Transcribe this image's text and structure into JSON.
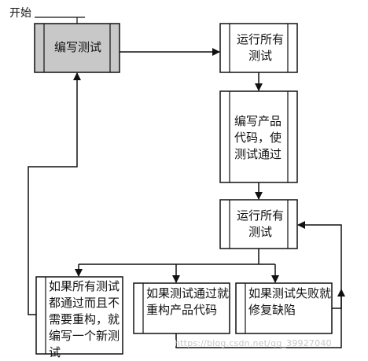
{
  "start": {
    "label": "开始"
  },
  "boxes": {
    "write_test": "编写测试",
    "run_all_1": "运行所有测试",
    "write_code": "编写产品代码，使测试通过",
    "run_all_2": "运行所有测试",
    "all_pass_no_refactor": "如果所有测试都通过而且不需要重构，就编写一个新测试",
    "all_pass_refactor": "如果测试通过就重构产品代码",
    "fail_fix": "如果测试失败就修复缺陷"
  },
  "watermark": "https://blog.csdn.net/qq_39927040",
  "colors": {
    "start_box_fill": "#c8c8c8",
    "box_fill": "#ffffff",
    "line": "#111111"
  }
}
